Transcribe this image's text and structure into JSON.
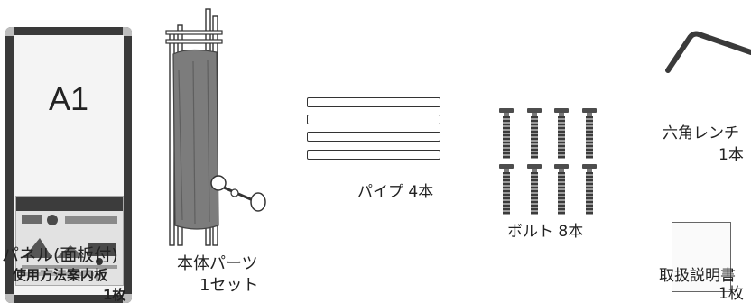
{
  "panel": {
    "size_label": "A1",
    "name_label": "パネル(面板付)",
    "sub_label": "使用方法案内板",
    "qty_label": "1枚"
  },
  "body_parts": {
    "name_label": "本体パーツ",
    "qty_label": "1セット"
  },
  "pipe": {
    "label": "パイプ 4本"
  },
  "bolt": {
    "label": "ボルト 8本"
  },
  "hex_wrench": {
    "name_label": "六角レンチ",
    "qty_label": "1本"
  },
  "manual": {
    "name_label": "取扱説明書",
    "qty_label": "1枚"
  }
}
